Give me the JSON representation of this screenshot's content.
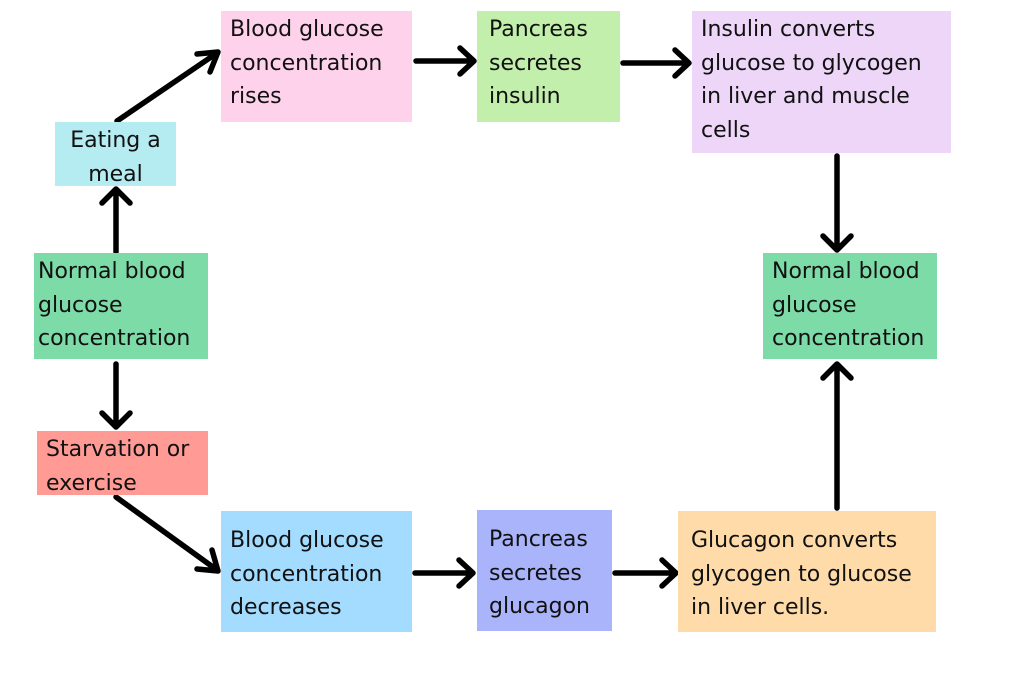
{
  "boxes": {
    "eating_meal": {
      "text": "Eating a\nmeal",
      "color": "#b5ecf2"
    },
    "normal_left": {
      "text": "Normal blood\nglucose\nconcentration",
      "color": "#7ddba8"
    },
    "starvation": {
      "text": "Starvation or\nexercise",
      "color": "#ff9a94"
    },
    "glucose_rises": {
      "text": "Blood glucose\nconcentration\nrises",
      "color": "#ffd2ec"
    },
    "secretes_insulin": {
      "text": "Pancreas\nsecretes\ninsulin",
      "color": "#c2efab"
    },
    "insulin_converts": {
      "text": "Insulin converts\nglucose to glycogen\nin liver and muscle\ncells",
      "color": "#eed6f8"
    },
    "normal_right": {
      "text": "Normal blood\nglucose\nconcentration",
      "color": "#7ddba8"
    },
    "glucose_decreases": {
      "text": "Blood glucose\nconcentration\ndecreases",
      "color": "#a3dcff"
    },
    "secretes_glucagon": {
      "text": "Pancreas\nsecretes\nglucagon",
      "color": "#aab4fb"
    },
    "glucagon_converts": {
      "text": "Glucagon converts\nglycogen to glucose\nin liver cells.",
      "color": "#ffdbaa"
    }
  },
  "arrow_color": "#000000"
}
